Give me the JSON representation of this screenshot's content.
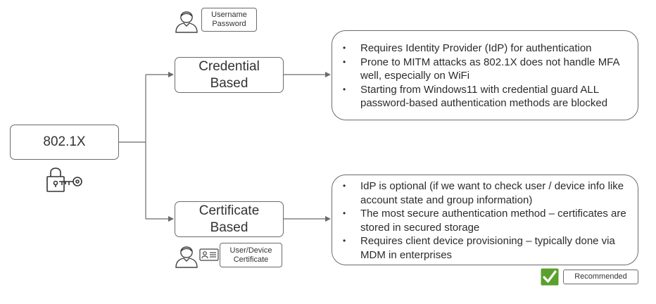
{
  "diagram": {
    "root": {
      "label": "802.1X",
      "icon": "lock-key-icon"
    },
    "credential": {
      "label_line1": "Credential",
      "label_line2": "Based",
      "tag_line1": "Username",
      "tag_line2": "Password",
      "icon": "user-icon",
      "bullets": [
        "Requires Identity Provider (IdP) for authentication",
        "Prone to MITM attacks as 802.1X does not handle MFA well, especially on WiFi",
        "Starting from Windows11 with credential guard ALL password-based authentication methods are blocked"
      ]
    },
    "certificate": {
      "label_line1": "Certificate",
      "label_line2": "Based",
      "tag_line1": "User/Device",
      "tag_line2": "Certificate",
      "icons": [
        "user-icon",
        "id-card-icon"
      ],
      "bullets": [
        "IdP is optional (if we want to check user / device info like account state and group information)",
        "The most secure authentication method – certificates are stored in secured storage",
        "Requires client device provisioning – typically done via MDM in enterprises"
      ],
      "recommended_label": "Recommended",
      "recommended_icon": "checkmark-icon",
      "recommended_color": "#5aa02c"
    }
  }
}
